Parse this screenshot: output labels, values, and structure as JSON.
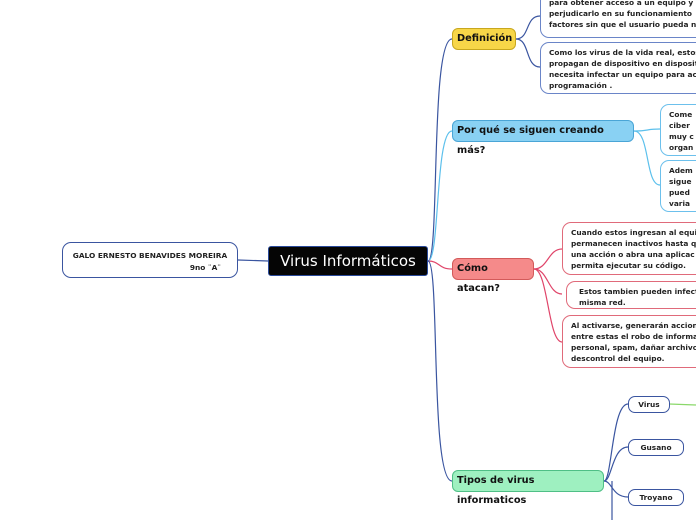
{
  "central": {
    "title": "Virus Informáticos"
  },
  "author": {
    "name": "GALO ERNESTO BENAVIDES MOREIRA",
    "grade": "9no ¨A¨"
  },
  "branches": {
    "definicion": {
      "label": "Definición",
      "items": [
        [
          "para obtener acceso a un equipo y",
          "perjudicarlo en su funcionamiento",
          "factores sin que el usuario pueda no"
        ],
        [
          "Como los virus de la vida real, estos",
          "propagan de dispositivo en disposit",
          "necesita infectar un equipo para ac",
          "programación ."
        ]
      ]
    },
    "porque": {
      "label": "Por qué se siguen creando más?",
      "items": [
        [
          "Come",
          "ciber",
          "muy c",
          "organ"
        ],
        [
          "Adem",
          "sigue",
          "pued",
          "varia"
        ]
      ]
    },
    "como": {
      "label": "Cómo atacan?",
      "items": [
        [
          "Cuando estos ingresan al equi",
          "permanecen inactivos hasta q",
          "una acción o abra una aplicac",
          "permita ejecutar su código."
        ],
        [
          "Estos tambien pueden infecta",
          "misma red."
        ],
        [
          "Al activarse, generarán accion",
          "entre estas el robo de informa",
          "personal, spam, dañar archivo",
          "descontrol del equipo."
        ]
      ]
    },
    "tipos": {
      "label": "Tipos de virus informaticos",
      "items": [
        "Virus",
        "Gusano",
        "Troyano"
      ]
    }
  },
  "colors": {
    "definicion": "#f7d648",
    "porque": "#89d1f3",
    "como": "#f58a8a",
    "tipos": "#9ef0c0"
  }
}
